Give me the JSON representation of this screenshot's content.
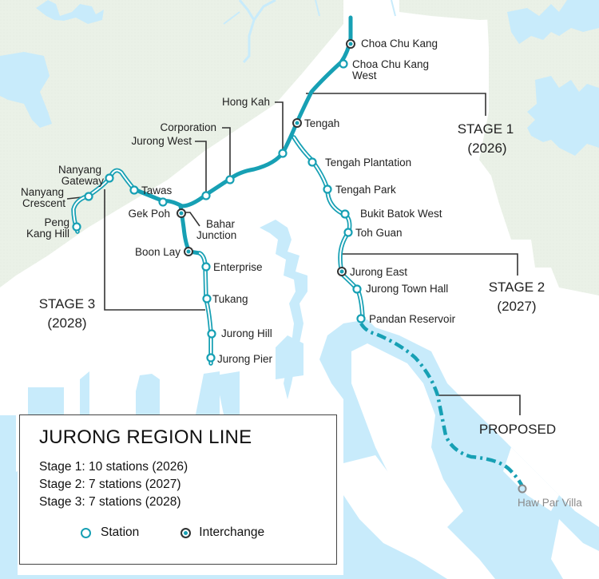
{
  "map": {
    "title": "JURONG REGION LINE",
    "colors": {
      "line": "#17a0b4",
      "land_green": "#eaf1e7",
      "water": "#c8ebfb",
      "interchange_ring": "#333333",
      "proposed_station": "#8a8a8a",
      "leader_line": "#333333"
    },
    "stages": [
      {
        "label": "STAGE 1",
        "year": "(2026)"
      },
      {
        "label": "STAGE 2",
        "year": "(2027)"
      },
      {
        "label": "STAGE 3",
        "year": "(2028)"
      },
      {
        "label": "PROPOSED",
        "year": ""
      }
    ],
    "stations": {
      "choa_chu_kang": "Choa Chu Kang",
      "choa_chu_kang_west_1": "Choa Chu Kang",
      "choa_chu_kang_west_2": "West",
      "tengah": "Tengah",
      "hong_kah": "Hong Kah",
      "corporation": "Corporation",
      "jurong_west": "Jurong West",
      "bahar_junction_1": "Bahar",
      "bahar_junction_2": "Junction",
      "gek_poh": "Gek Poh",
      "tawas": "Tawas",
      "nanyang_gateway_1": "Nanyang",
      "nanyang_gateway_2": "Gateway",
      "nanyang_crescent_1": "Nanyang",
      "nanyang_crescent_2": "Crescent",
      "peng_kang_hill_1": "Peng",
      "peng_kang_hill_2": "Kang Hill",
      "boon_lay": "Boon Lay",
      "enterprise": "Enterprise",
      "tukang": "Tukang",
      "jurong_hill": "Jurong Hill",
      "jurong_pier": "Jurong Pier",
      "tengah_plantation": "Tengah Plantation",
      "tengah_park": "Tengah Park",
      "bukit_batok_west": "Bukit Batok West",
      "toh_guan": "Toh Guan",
      "jurong_east": "Jurong East",
      "jurong_town_hall": "Jurong Town Hall",
      "pandan_reservoir": "Pandan Reservoir",
      "haw_par_villa": "Haw Par Villa"
    }
  },
  "legend": {
    "title": "JURONG REGION LINE",
    "lines": [
      "Stage 1: 10 stations (2026)",
      "Stage 2: 7 stations (2027)",
      "Stage 3: 7 stations (2028)"
    ],
    "keys": [
      {
        "icon": "station-icon",
        "label": "Station"
      },
      {
        "icon": "interchange-icon",
        "label": "Interchange"
      }
    ]
  }
}
